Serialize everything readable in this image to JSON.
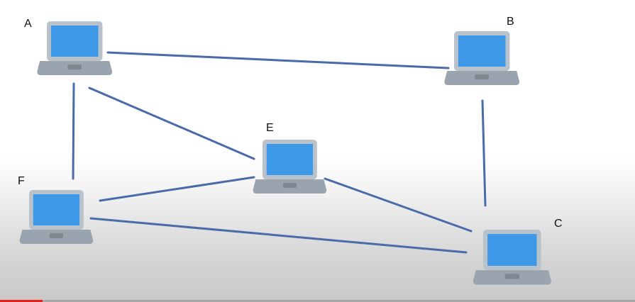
{
  "diagram": {
    "nodes": [
      {
        "id": "A",
        "label": "A"
      },
      {
        "id": "B",
        "label": "B"
      },
      {
        "id": "C",
        "label": "C"
      },
      {
        "id": "D",
        "label": "E"
      },
      {
        "id": "F",
        "label": "F"
      }
    ],
    "edges": [
      {
        "from": "A",
        "to": "B"
      },
      {
        "from": "A",
        "to": "F"
      },
      {
        "from": "A",
        "to": "E"
      },
      {
        "from": "B",
        "to": "C"
      },
      {
        "from": "F",
        "to": "E"
      },
      {
        "from": "F",
        "to": "C"
      },
      {
        "from": "E",
        "to": "C"
      }
    ]
  },
  "colors": {
    "edge": "#4a6aaa",
    "screen": "#3d98e8",
    "bezel": "#b9c2ca",
    "base": "#9aa4ae",
    "trackpad": "#7e8891"
  },
  "icons": {
    "node": "laptop-icon"
  }
}
